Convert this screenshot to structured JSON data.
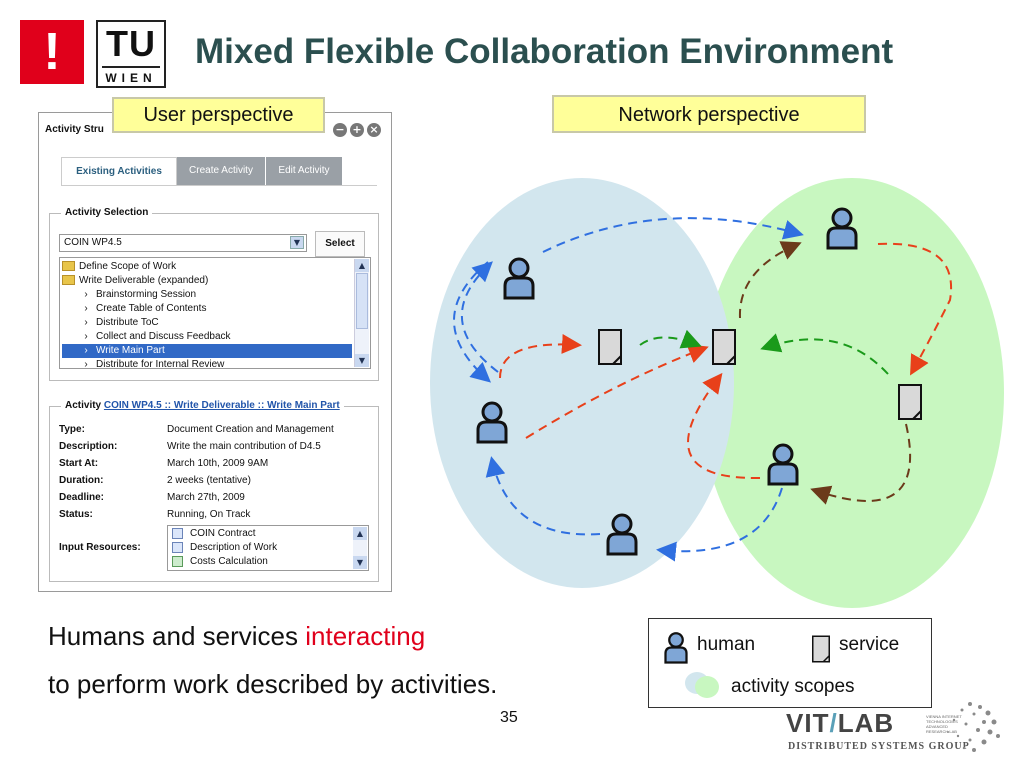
{
  "header": {
    "logo_bang": "!",
    "logo_tu": "TU",
    "logo_wien": "WIEN",
    "title": "Mixed Flexible Collaboration Environment",
    "page_number": "35"
  },
  "tags": {
    "user_perspective": "User perspective",
    "network_perspective": "Network perspective"
  },
  "activity_window": {
    "title": "Activity Stru",
    "tabs": [
      "Existing Activities",
      "Create Activity",
      "Edit Activity"
    ],
    "selection_legend": "Activity Selection",
    "combo_value": "COIN WP4.5",
    "select_button": "Select",
    "tree": [
      "Define Scope of Work",
      "Write Deliverable (expanded)",
      "Brainstorming Session",
      "Create Table of Contents",
      "Distribute ToC",
      "Collect and Discuss Feedback",
      "Write Main Part",
      "Distribute for Internal Review"
    ],
    "activity_legend_prefix": "Activity",
    "activity_legend_link": "COIN WP4.5 :: Write Deliverable :: Write Main Part",
    "props": [
      {
        "k": "Type:",
        "v": "Document Creation and Management"
      },
      {
        "k": "Description:",
        "v": "Write the main contribution of D4.5"
      },
      {
        "k": "Start At:",
        "v": "March 10th, 2009 9AM"
      },
      {
        "k": "Duration:",
        "v": "2 weeks (tentative)"
      },
      {
        "k": "Deadline:",
        "v": "March 27th, 2009"
      },
      {
        "k": "Status:",
        "v": "Running, On Track"
      },
      {
        "k": "Input Resources:",
        "v": ""
      }
    ],
    "resources": [
      "COIN Contract",
      "Description of Work",
      "Costs Calculation"
    ]
  },
  "caption": {
    "line1_prefix": "Humans and services ",
    "line1_highlight": "interacting",
    "line2": "to perform work described by activities."
  },
  "legend": {
    "human": "human",
    "service": "service",
    "scopes": "activity scopes"
  },
  "footer_logo": {
    "name_a": "VIT",
    "name_slash": "/",
    "name_b": "LAB",
    "subtitle": "DISTRIBUTED SYSTEMS GROUP",
    "small_lines": "VIENNA INTERNET TECHNOLOGIES ADVANCED RESEARCH LAB"
  },
  "colors": {
    "blue_flow": "#2f6fe0",
    "red_flow": "#e8401a",
    "green_flow": "#1a9a1a",
    "brown_flow": "#6b3a1a",
    "scope_blue": "#d2e6ee",
    "scope_green": "#c8f7c0",
    "brand_red": "#e0001b"
  }
}
